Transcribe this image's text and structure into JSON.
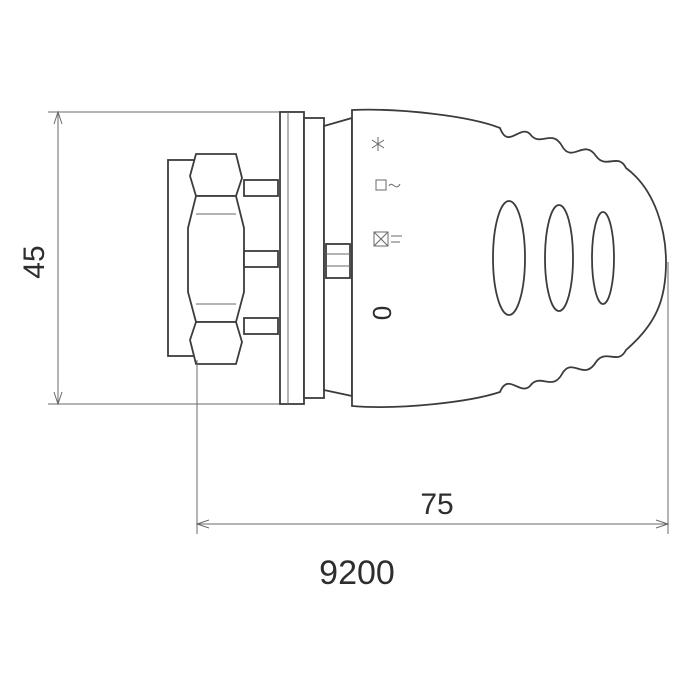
{
  "dimensions": {
    "height_label": "45",
    "length_label": "75"
  },
  "model": {
    "code": "9200"
  },
  "scale": {
    "zero_mark": "0"
  },
  "colors": {
    "line": "#3c3c3c",
    "text": "#2e2e2e",
    "background": "#ffffff"
  },
  "icons": {
    "frost_symbol": "snowflake-icon",
    "certification_mark": "certification-mark-icon"
  }
}
